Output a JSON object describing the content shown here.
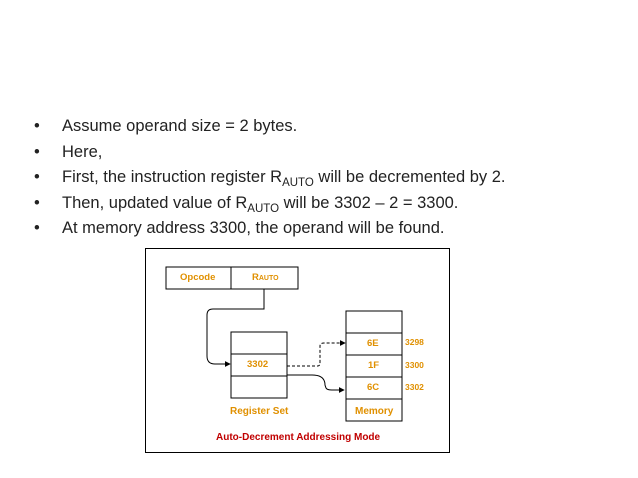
{
  "bullets": [
    {
      "text": "Assume operand size = 2 bytes."
    },
    {
      "text": "Here,"
    },
    {
      "pre": "First, the instruction register R",
      "sub": "AUTO",
      "post": " will be decremented by 2."
    },
    {
      "pre": "Then, updated value of R",
      "sub": "AUTO",
      "post": " will be 3302 – 2 = 3300."
    },
    {
      "text": "At memory address 3300, the operand will be found."
    }
  ],
  "bullet_char": "•",
  "diagram": {
    "opcode_label": "Opcode",
    "rauto_main": "R",
    "rauto_sub": "AUTO",
    "register_value": "3302",
    "register_set_label": "Register Set",
    "memory_values": [
      "6E",
      "1F",
      "6C"
    ],
    "memory_addresses": [
      "3298",
      "3300",
      "3302"
    ],
    "memory_label": "Memory",
    "caption": "Auto-Decrement Addressing Mode"
  },
  "colors": {
    "text": "#222222",
    "label": "#e09000",
    "caption": "#c00000",
    "line": "#000000"
  }
}
